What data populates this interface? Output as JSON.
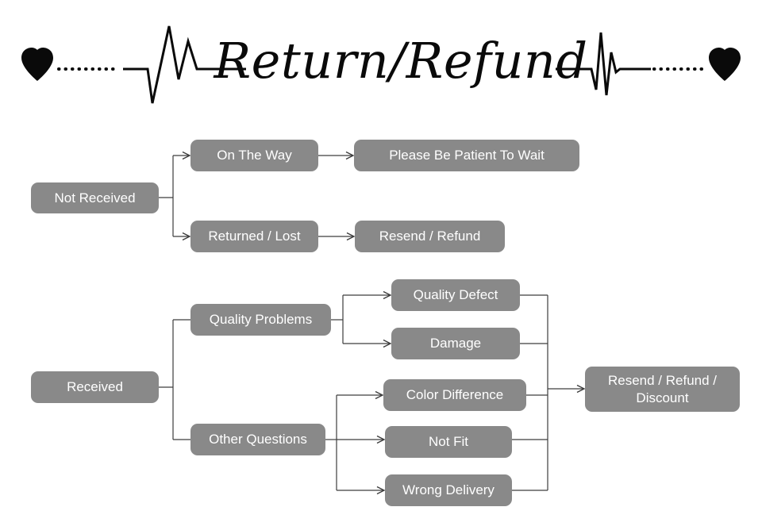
{
  "header": {
    "title": "Return/Refund",
    "left_heart_icon": "heart-icon",
    "right_heart_icon": "heart-icon",
    "left_pulse_icon": "heartbeat-line-icon",
    "right_pulse_icon": "heartbeat-line-icon"
  },
  "theme": {
    "node_fill": "#898989",
    "node_text": "#ffffff",
    "line_color": "#3d3d3d",
    "background": "#ffffff"
  },
  "diagram": {
    "branches": [
      {
        "id": "not-received",
        "root": "Not Received",
        "steps": [
          {
            "stage": "On The Way",
            "outcome": "Please Be Patient To Wait"
          },
          {
            "stage": "Returned / Lost",
            "outcome": "Resend / Refund"
          }
        ]
      },
      {
        "id": "received",
        "root": "Received",
        "categories": [
          {
            "name": "Quality Problems",
            "reasons": [
              "Quality Defect",
              "Damage"
            ]
          },
          {
            "name": "Other Questions",
            "reasons": [
              "Color Difference",
              "Not Fit",
              "Wrong Delivery"
            ]
          }
        ],
        "outcome": "Resend / Refund /\nDiscount"
      }
    ],
    "nodes": {
      "not_received": "Not Received",
      "on_the_way": "On The Way",
      "please_be_patient": "Please Be Patient To Wait",
      "returned_lost": "Returned / Lost",
      "resend_refund": "Resend / Refund",
      "received": "Received",
      "quality_problems": "Quality Problems",
      "other_questions": "Other Questions",
      "quality_defect": "Quality Defect",
      "damage": "Damage",
      "color_difference": "Color Difference",
      "not_fit": "Not Fit",
      "wrong_delivery": "Wrong Delivery",
      "resend_refund_discount": "Resend / Refund /\nDiscount"
    }
  }
}
